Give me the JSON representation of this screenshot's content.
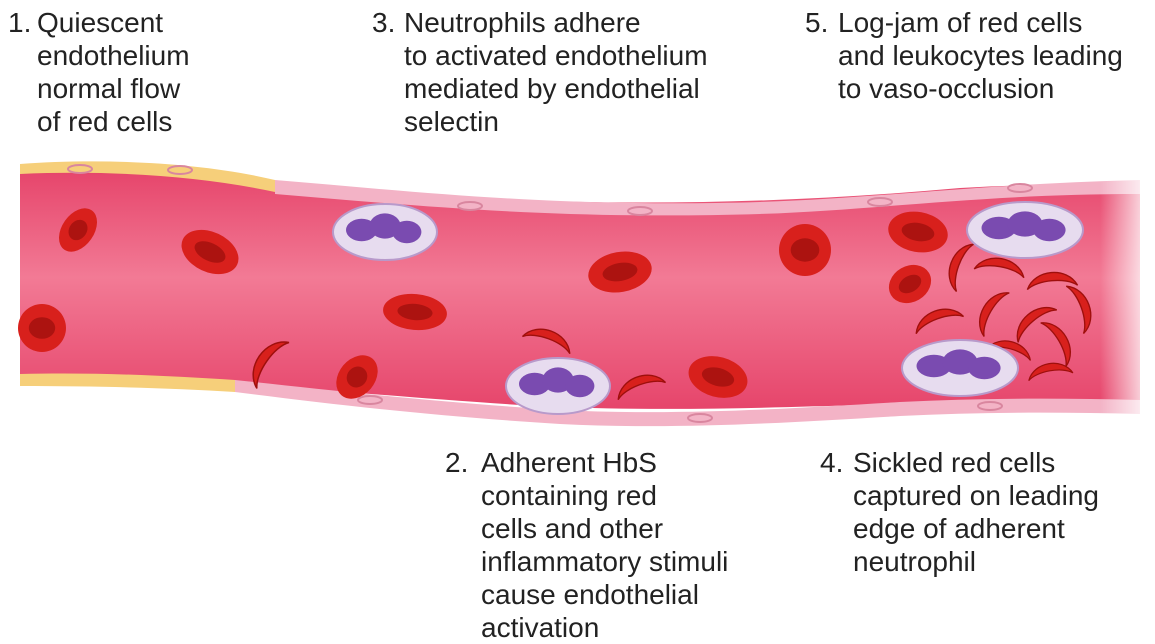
{
  "annotations": {
    "step1": {
      "number": "1.",
      "lines": [
        "Quiescent",
        "endothelium",
        "normal flow",
        "of red cells"
      ]
    },
    "step2": {
      "number": "2.",
      "lines": [
        "Adherent HbS",
        "containing red",
        "cells and other",
        "inflammatory stimuli",
        "cause endothelial",
        "activation"
      ]
    },
    "step3": {
      "number": "3.",
      "lines": [
        "Neutrophils adhere",
        "to activated endothelium",
        "mediated by endothelial",
        "selectin"
      ]
    },
    "step4": {
      "number": "4.",
      "lines": [
        "Sickled red cells",
        "captured on leading",
        "edge of adherent",
        "neutrophil"
      ]
    },
    "step5": {
      "number": "5.",
      "lines": [
        "Log-jam of red cells",
        "and leukocytes leading",
        "to vaso-occlusion"
      ]
    }
  },
  "colors": {
    "lumen": "#e6456b",
    "lumen_light": "#f27a95",
    "vessel_wall": "#f3b3c6",
    "quiescent_wall": "#f6cf7a",
    "red_cell": "#d8201c",
    "red_cell_dark": "#9e0f0c",
    "neutrophil_cytoplasm": "#e7dcef",
    "neutrophil_nucleus": "#7a4bb0"
  }
}
